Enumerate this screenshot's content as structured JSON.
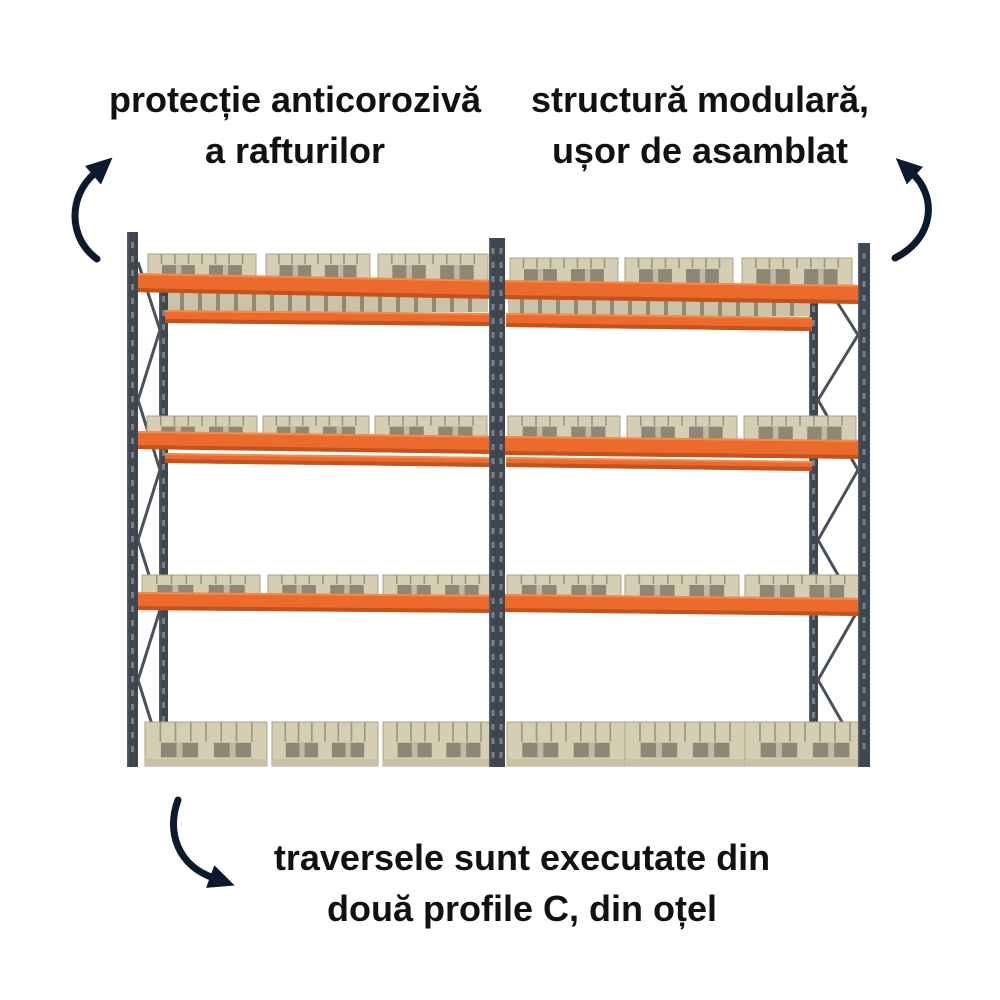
{
  "callouts": {
    "top_left": [
      "protecție anticorozivă",
      "a rafturilor"
    ],
    "top_right": [
      "structură modulară,",
      "ușor de asamblat"
    ],
    "bottom": [
      "traversele sunt executate din",
      "două profile C, din oțel"
    ]
  },
  "icons": {
    "top_left_arrow": "curved-arrow-up-right-icon",
    "top_right_arrow": "curved-arrow-up-left-icon",
    "bottom_arrow": "curved-arrow-down-right-icon"
  },
  "colors": {
    "background": "#ffffff",
    "text": "#111111",
    "arrow": "#0b1a2c",
    "beam": "#ec6a2c",
    "beam_shade": "#c4521c",
    "upright": "#40464e",
    "pallet": "#d5ceb3"
  }
}
